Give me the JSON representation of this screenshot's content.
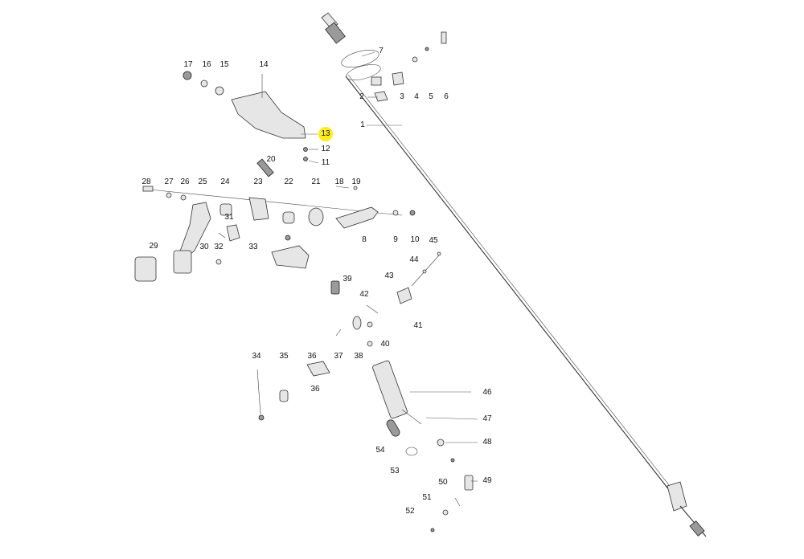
{
  "highlight_color": "#ffec1a",
  "highlighted_part": "13",
  "labels": {
    "p1": "1",
    "p2": "2",
    "p3": "3",
    "p4": "4",
    "p5": "5",
    "p6": "6",
    "p7": "7",
    "p8": "8",
    "p9": "9",
    "p10": "10",
    "p11": "11",
    "p12": "12",
    "p13": "13",
    "p14": "14",
    "p15": "15",
    "p16": "16",
    "p17": "17",
    "p18": "18",
    "p19": "19",
    "p20": "20",
    "p21": "21",
    "p22": "22",
    "p23": "23",
    "p24": "24",
    "p25": "25",
    "p26": "26",
    "p27": "27",
    "p28": "28",
    "p29": "29",
    "p30": "30",
    "p31": "31",
    "p32": "32",
    "p33": "33",
    "p34": "34",
    "p35": "35",
    "p36a": "36",
    "p36b": "36",
    "p37": "37",
    "p38": "38",
    "p39": "39",
    "p40": "40",
    "p41": "41",
    "p42": "42",
    "p43": "43",
    "p44": "44",
    "p45": "45",
    "p46": "46",
    "p47": "47",
    "p48": "48",
    "p49": "49",
    "p50": "50",
    "p51": "51",
    "p52": "52",
    "p53": "53",
    "p54": "54"
  }
}
